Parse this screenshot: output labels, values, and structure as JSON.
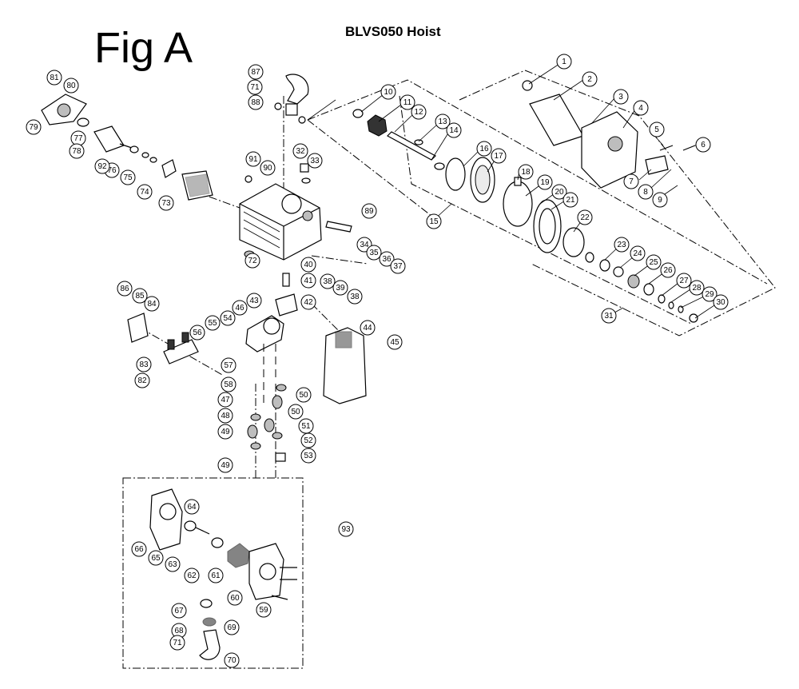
{
  "figure": {
    "fig_label": "Fig A",
    "title": "BLVS050 Hoist"
  },
  "callouts": [
    {
      "n": "1"
    },
    {
      "n": "2"
    },
    {
      "n": "3"
    },
    {
      "n": "4"
    },
    {
      "n": "5"
    },
    {
      "n": "6"
    },
    {
      "n": "7"
    },
    {
      "n": "8"
    },
    {
      "n": "9"
    },
    {
      "n": "10"
    },
    {
      "n": "11"
    },
    {
      "n": "12"
    },
    {
      "n": "13"
    },
    {
      "n": "14"
    },
    {
      "n": "15"
    },
    {
      "n": "16"
    },
    {
      "n": "17"
    },
    {
      "n": "18"
    },
    {
      "n": "19"
    },
    {
      "n": "20"
    },
    {
      "n": "21"
    },
    {
      "n": "22"
    },
    {
      "n": "23"
    },
    {
      "n": "24"
    },
    {
      "n": "25"
    },
    {
      "n": "26"
    },
    {
      "n": "27"
    },
    {
      "n": "28"
    },
    {
      "n": "29"
    },
    {
      "n": "30"
    },
    {
      "n": "31"
    },
    {
      "n": "32"
    },
    {
      "n": "33"
    },
    {
      "n": "34"
    },
    {
      "n": "35"
    },
    {
      "n": "36"
    },
    {
      "n": "37"
    },
    {
      "n": "38"
    },
    {
      "n": "38"
    },
    {
      "n": "39"
    },
    {
      "n": "40"
    },
    {
      "n": "41"
    },
    {
      "n": "42"
    },
    {
      "n": "43"
    },
    {
      "n": "44"
    },
    {
      "n": "45"
    },
    {
      "n": "46"
    },
    {
      "n": "47"
    },
    {
      "n": "48"
    },
    {
      "n": "49"
    },
    {
      "n": "49"
    },
    {
      "n": "50"
    },
    {
      "n": "50"
    },
    {
      "n": "51"
    },
    {
      "n": "52"
    },
    {
      "n": "53"
    },
    {
      "n": "54"
    },
    {
      "n": "55"
    },
    {
      "n": "56"
    },
    {
      "n": "57"
    },
    {
      "n": "58"
    },
    {
      "n": "59"
    },
    {
      "n": "60"
    },
    {
      "n": "61"
    },
    {
      "n": "62"
    },
    {
      "n": "63"
    },
    {
      "n": "64"
    },
    {
      "n": "65"
    },
    {
      "n": "66"
    },
    {
      "n": "67"
    },
    {
      "n": "68"
    },
    {
      "n": "69"
    },
    {
      "n": "70"
    },
    {
      "n": "71"
    },
    {
      "n": "71"
    },
    {
      "n": "72"
    },
    {
      "n": "73"
    },
    {
      "n": "74"
    },
    {
      "n": "75"
    },
    {
      "n": "76"
    },
    {
      "n": "77"
    },
    {
      "n": "78"
    },
    {
      "n": "79"
    },
    {
      "n": "80"
    },
    {
      "n": "81"
    },
    {
      "n": "82"
    },
    {
      "n": "83"
    },
    {
      "n": "84"
    },
    {
      "n": "85"
    },
    {
      "n": "86"
    },
    {
      "n": "87"
    },
    {
      "n": "88"
    },
    {
      "n": "89"
    },
    {
      "n": "90"
    },
    {
      "n": "91"
    },
    {
      "n": "92"
    },
    {
      "n": "93"
    }
  ]
}
